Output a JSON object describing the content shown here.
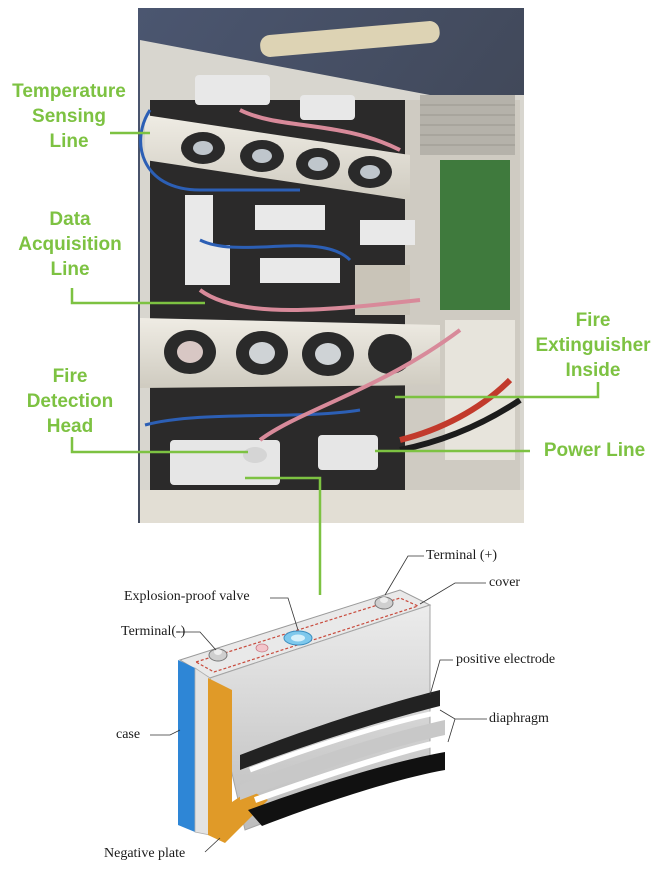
{
  "photo_labels": {
    "temperature_sensing_line": [
      "Temperature",
      "Sensing",
      "Line"
    ],
    "data_acquisition_line": [
      "Data",
      "Acquisition",
      "Line"
    ],
    "fire_detection_head": [
      "Fire",
      "Detection",
      "Head"
    ],
    "fire_extinguisher_inside": [
      "Fire",
      "Extinguisher",
      "Inside"
    ],
    "power_line": "Power Line"
  },
  "cell_labels": {
    "terminal_positive": "Terminal (+)",
    "cover": "cover",
    "explosion_proof_valve": "Explosion-proof valve",
    "terminal_negative": "Terminal(-)",
    "positive_electrode": "positive electrode",
    "case": "case",
    "diaphragm": "diaphragm",
    "negative_plate": "Negative plate"
  },
  "colors": {
    "label_green": "#7dc242",
    "callout_line": "#7dc242",
    "case_blue": "#2e86d6",
    "plate_orange": "#e09a28",
    "valve_blue": "#7ec8ec"
  }
}
